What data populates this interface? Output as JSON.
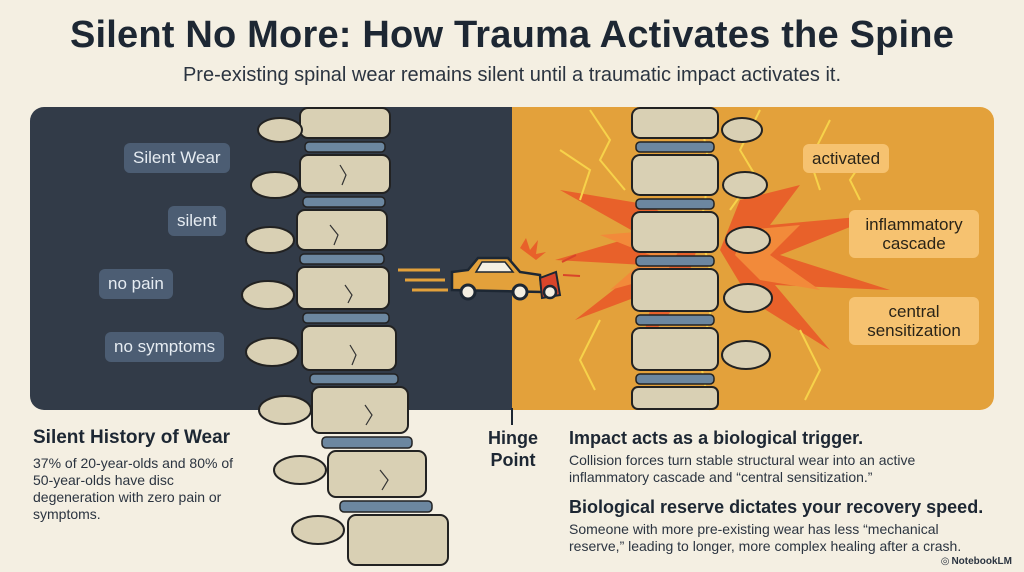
{
  "title": "Silent No More: How Trauma Activates the Spine",
  "subtitle": "Pre-existing spinal wear remains silent until a traumatic impact activates it.",
  "left_panel": {
    "tags": [
      "Silent Wear",
      "silent",
      "no pain",
      "no symptoms"
    ],
    "color": "#323b48"
  },
  "right_panel": {
    "tags": [
      "activated",
      "inflammatory cascade",
      "central sensitization"
    ],
    "color": "#e3a13b"
  },
  "hinge": "Hinge Point",
  "left_text": {
    "heading": "Silent History of Wear",
    "body": "37% of 20-year-olds and 80% of 50-year-olds have disc degeneration with zero pain or symptoms."
  },
  "right_text": {
    "heading1": "Impact acts as a biological trigger.",
    "body1": "Collision forces turn stable structural wear into an active inflammatory cascade and “central sensitization.”",
    "heading2": "Biological reserve dictates your recovery speed.",
    "body2": "Someone with more pre-existing wear has less “mechanical reserve,” leading to longer, more complex healing after a crash."
  },
  "brand": "NotebookLM"
}
